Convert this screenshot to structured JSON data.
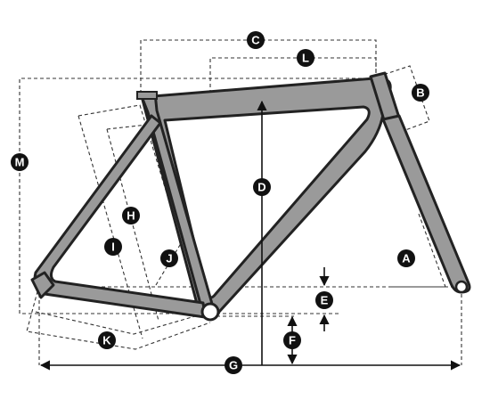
{
  "measurement_labels": {
    "A": "A",
    "B": "B",
    "C": "C",
    "D": "D",
    "E": "E",
    "F": "F",
    "G": "G",
    "H": "H",
    "I": "I",
    "J": "J",
    "K": "K",
    "L": "L",
    "M": "M"
  },
  "colors": {
    "frame_fill": "#9a9a9a",
    "outline": "#222222",
    "badge": "#111111",
    "badge_text": "#ffffff",
    "background": "#ffffff"
  }
}
